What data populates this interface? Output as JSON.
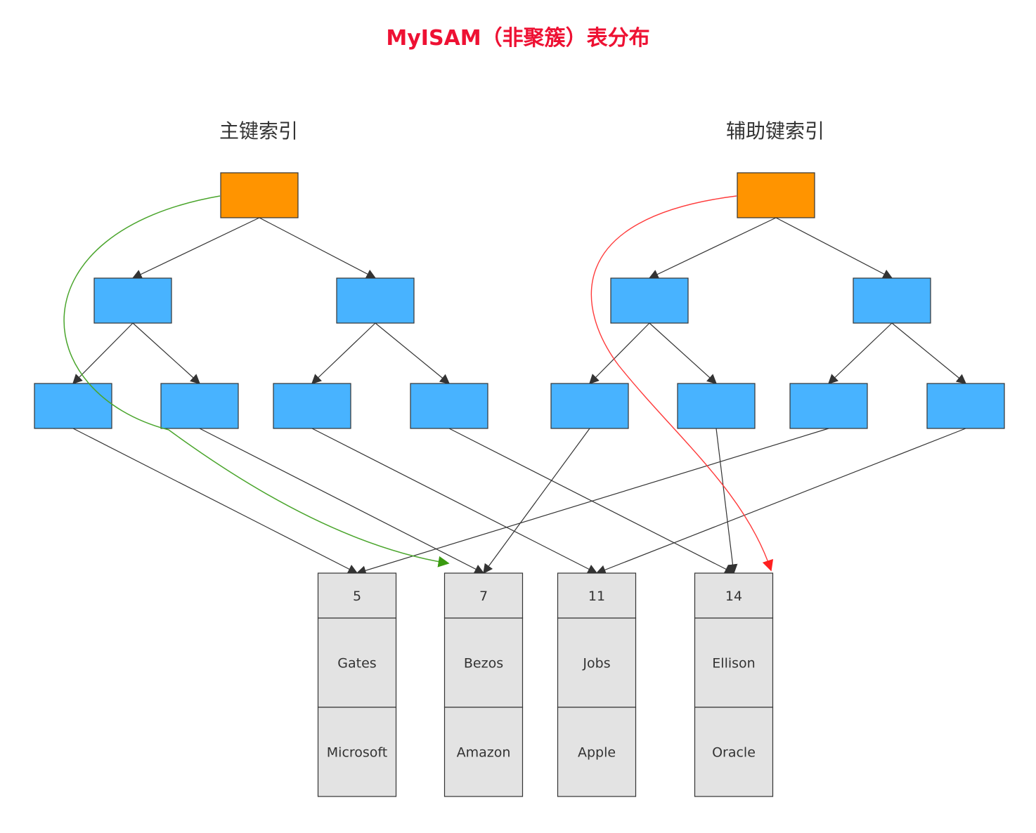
{
  "title": "MyISAM（非聚簇）表分布",
  "primary_index": {
    "label": "主键索引"
  },
  "secondary_index": {
    "label": "辅助键索引"
  },
  "colors": {
    "root": "#ff9400",
    "internal": "#48b3ff",
    "leaf": "#48b3ff",
    "record": "#e3e3e3",
    "edge": "#333333",
    "primary_path": "#4aa52c",
    "secondary_path": "#ff3b3b",
    "title": "#ee1133"
  },
  "records": [
    {
      "id": "5",
      "name": "Gates",
      "company": "Microsoft"
    },
    {
      "id": "7",
      "name": "Bezos",
      "company": "Amazon"
    },
    {
      "id": "11",
      "name": "Jobs",
      "company": "Apple"
    },
    {
      "id": "14",
      "name": "Ellison",
      "company": "Oracle"
    }
  ],
  "primary_leaf_targets": [
    0,
    1,
    2,
    3
  ],
  "secondary_leaf_targets": [
    1,
    3,
    0,
    2
  ],
  "primary_path_target": 1,
  "secondary_path_target": 3
}
